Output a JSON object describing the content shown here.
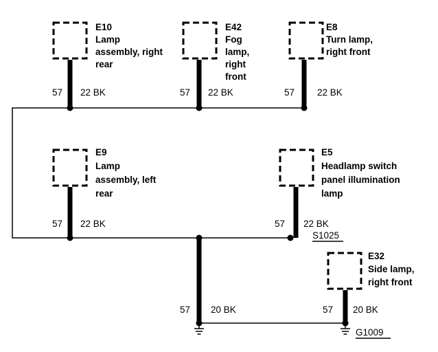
{
  "components": {
    "e10": {
      "id": "E10",
      "desc": [
        "Lamp",
        "assembly, right",
        "rear"
      ]
    },
    "e42": {
      "id": "E42",
      "desc": [
        "Fog",
        "lamp,",
        "right",
        "front"
      ]
    },
    "e8": {
      "id": "E8",
      "desc": [
        "Turn lamp,",
        "right front"
      ]
    },
    "e9": {
      "id": "E9",
      "desc": [
        "Lamp",
        "assembly, left",
        "rear"
      ]
    },
    "e5": {
      "id": "E5",
      "desc": [
        "Headlamp switch",
        "panel illumination",
        "lamp"
      ]
    },
    "e32": {
      "id": "E32",
      "desc": [
        "Side lamp,",
        "right front"
      ]
    }
  },
  "wires": {
    "circuit": "57",
    "gauge_22": "22 BK",
    "gauge_20": "20 BK"
  },
  "refs": {
    "splice": "S1025",
    "ground": "G1009"
  }
}
